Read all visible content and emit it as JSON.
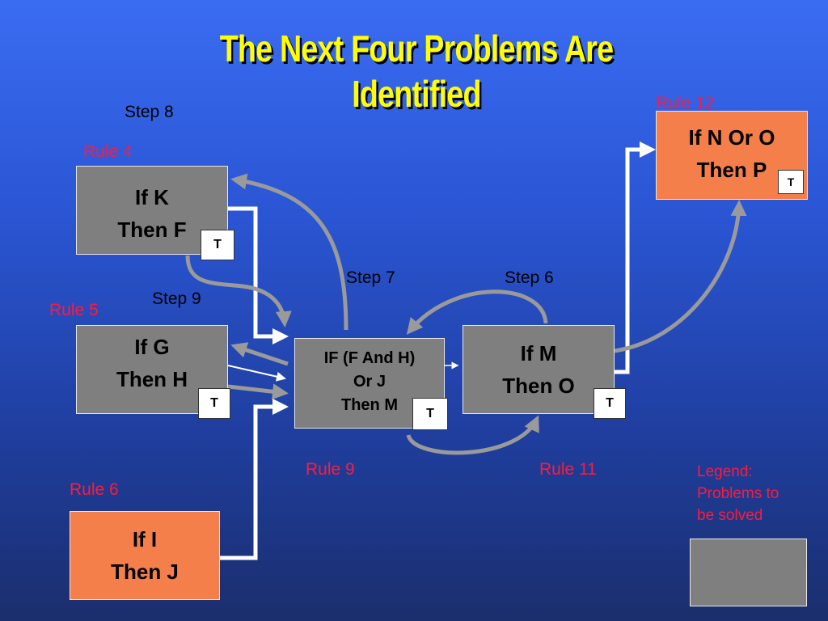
{
  "title": {
    "line1": "The Next Four Problems Are",
    "line2": "Identified"
  },
  "steps": {
    "step6": "Step 6",
    "step7": "Step 7",
    "step8": "Step 8",
    "step9": "Step 9"
  },
  "rules": [
    {
      "id": "rule4",
      "name": "Rule 4",
      "line1": "If K",
      "line2": "Then F",
      "status": "T",
      "color": "#7f7f7f"
    },
    {
      "id": "rule5",
      "name": "Rule 5",
      "line1": "If G",
      "line2": "Then H",
      "status": "T",
      "color": "#7f7f7f"
    },
    {
      "id": "rule6",
      "name": "Rule 6",
      "line1": "If I",
      "line2": "Then J",
      "status": "",
      "color": "#f57f4a"
    },
    {
      "id": "rule9",
      "name": "Rule 9",
      "line1": "IF (F And H)",
      "line2": "Or J",
      "line3": "Then M",
      "status": "T",
      "color": "#7f7f7f"
    },
    {
      "id": "rule11",
      "name": "Rule 11",
      "line1": "If M",
      "line2": "Then O",
      "status": "T",
      "color": "#7f7f7f"
    },
    {
      "id": "rule12",
      "name": "Rule 12",
      "line1": "If N Or O",
      "line2": "Then P",
      "status": "T",
      "color": "#f57f4a"
    }
  ],
  "legend": {
    "line1": "Legend:",
    "line2": "Problems to",
    "line3": "be solved",
    "color": "#7f7f7f"
  },
  "colors": {
    "title": "#ffff00",
    "rule_label": "#ff1a3c",
    "arrow": "#9a9a9a",
    "connector": "#ffffff"
  }
}
